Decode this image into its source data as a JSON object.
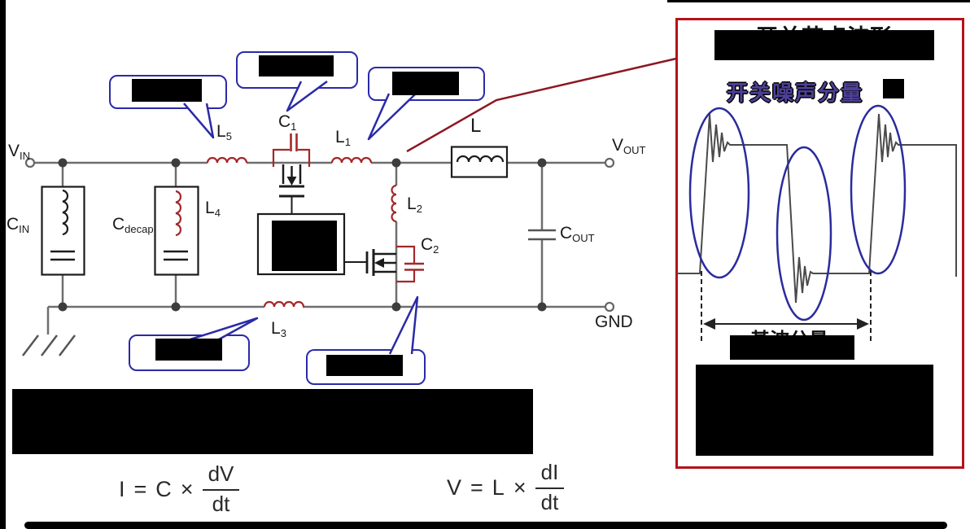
{
  "colors": {
    "component_red": "#a3282a",
    "wire_gray": "#6e6e6e",
    "callout_blue": "#2a2aa8",
    "panel_border_red": "#b5121b",
    "leader_red": "#8c1722",
    "subtitle_purple": "#4e3f96",
    "waveform_gray": "#4a4a4a",
    "ellipse_blue": "#2b2b9e"
  },
  "panel": {
    "title": "开关节点波形",
    "subtitle": "开关噪声分量",
    "fundamental_label": "基波分量"
  },
  "circuit_labels": {
    "vin": {
      "main": "V",
      "sub": "IN"
    },
    "vout": {
      "main": "V",
      "sub": "OUT"
    },
    "gnd": "GND",
    "cin": {
      "main": "C",
      "sub": "IN"
    },
    "cdecap": {
      "main": "C",
      "sub": "decap"
    },
    "cout": {
      "main": "C",
      "sub": "OUT"
    },
    "c1": {
      "main": "C",
      "sub": "1"
    },
    "c2": {
      "main": "C",
      "sub": "2"
    },
    "l": {
      "main": "L",
      "sub": ""
    },
    "l1": {
      "main": "L",
      "sub": "1"
    },
    "l2": {
      "main": "L",
      "sub": "2"
    },
    "l3": {
      "main": "L",
      "sub": "3"
    },
    "l4": {
      "main": "L",
      "sub": "4"
    },
    "l5": {
      "main": "L",
      "sub": "5"
    }
  },
  "formulas": {
    "capacitor": {
      "lhs": "I",
      "eq": "=",
      "coef": "C",
      "times": "×",
      "num": "dV",
      "den": "dt"
    },
    "inductor": {
      "lhs": "V",
      "eq": "=",
      "coef": "L",
      "times": "×",
      "num": "dI",
      "den": "dt"
    }
  }
}
